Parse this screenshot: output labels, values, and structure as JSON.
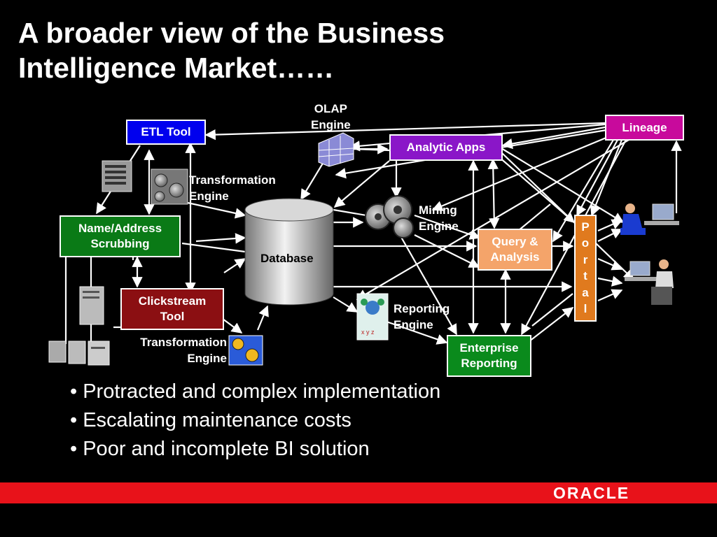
{
  "title_line1": "A broader view of the Business",
  "title_line2": "Intelligence Market……",
  "nodes": {
    "etl_tool": "ETL Tool",
    "name_address_1": "Name/Address",
    "name_address_2": "Scrubbing",
    "clickstream_1": "Clickstream",
    "clickstream_2": "Tool",
    "database": "Database",
    "analytic_apps": "Analytic Apps",
    "lineage": "Lineage",
    "query_1": "Query &",
    "query_2": "Analysis",
    "enterprise_1": "Enterprise",
    "enterprise_2": "Reporting",
    "portal_letters": [
      "P",
      "o",
      "r",
      "t",
      "a",
      "l"
    ]
  },
  "labels": {
    "olap_1": "OLAP",
    "olap_2": "Engine",
    "transformation_top_1": "Transformation",
    "transformation_top_2": "Engine",
    "mining_1": "Mining",
    "mining_2": "Engine",
    "reporting_1": "Reporting",
    "reporting_2": "Engine",
    "transformation_bottom_1": "Transformation",
    "transformation_bottom_2": "Engine"
  },
  "bullets": [
    "Protracted and complex implementation",
    "Escalating maintenance costs",
    "Poor and incomplete BI solution"
  ],
  "footer": {
    "logo": "ORACLE"
  },
  "colors": {
    "etl_tool": "#0000ee",
    "name_address": "#0a7a16",
    "clickstream": "#8b0f12",
    "analytic_apps": "#8a16c8",
    "lineage": "#c80a9c",
    "query": "#f4a46a",
    "enterprise": "#0a8a1c",
    "portal": "#e07a1e",
    "footer_bar": "#e8121a"
  }
}
